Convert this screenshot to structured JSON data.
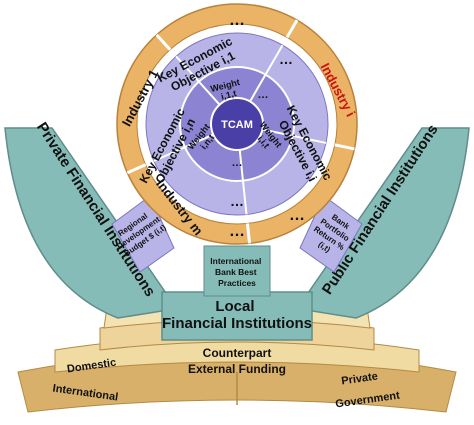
{
  "center": {
    "label": "TCAM"
  },
  "weight_labels": [
    "Weight\ni,1,t",
    "Weight\ni,i,t",
    "Weight\ni,n,t"
  ],
  "objective_labels": [
    "Key Economic\nObjective i,1",
    "Key Economic\nObjective i,i",
    "Key Economic\nObjective i,n"
  ],
  "ellipsis": "…",
  "industries": {
    "one": "Industry 1",
    "i": "Industry i",
    "m": "Industry m"
  },
  "arch": {
    "left": "Private Financial Institutions",
    "right": "Public Financial Institutions",
    "middle": "Local\nFinancial Institutions"
  },
  "connectors": {
    "left": "Regional\nDevelopment\nBudget $ (i,t)",
    "middle": "International\nBank Best\nPractices",
    "right": "Bank\nPortfolio\nReturn %\n(i,t)"
  },
  "base": {
    "counterpart": "Counterpart",
    "external_funding": "External Funding",
    "domestic": "Domestic",
    "private": "Private",
    "international": "International",
    "government": "Government"
  },
  "colors": {
    "outer_ring": "#eab366",
    "white_ring": "#ffffff",
    "objective_ring": "#b8b4e8",
    "inner_ring": "#8c84d2",
    "core": "#4a3fa6",
    "arch": "#86bcb8",
    "industry_i": "#cc1111",
    "base_light": "#f0dca3",
    "base_dark": "#d8b06a"
  }
}
